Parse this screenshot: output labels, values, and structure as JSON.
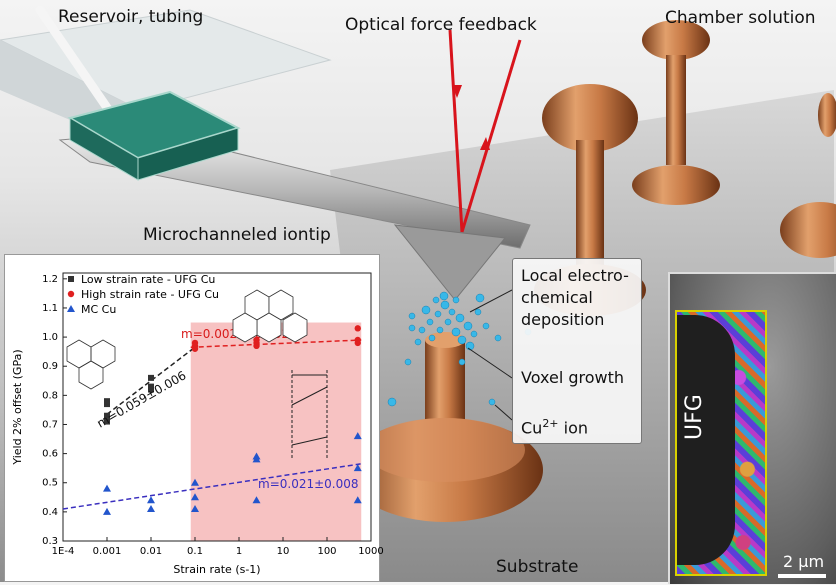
{
  "labels": {
    "reservoir": "Reservoir, tubing",
    "optical": "Optical force feedback",
    "chamber": "Chamber solution",
    "iontip": "Microchanneled iontip",
    "substrate": "Substrate"
  },
  "callout": {
    "deposition": [
      "Local electro-",
      "chemical",
      "deposition"
    ],
    "voxel": "Voxel growth",
    "ion_base": "Cu",
    "ion_sup": "2+",
    "ion_tail": " ion"
  },
  "sem": {
    "ufg_label": "UFG",
    "scale_label": "2 µm"
  },
  "colors": {
    "copper": "#c87a46",
    "laser": "#d8141c",
    "droplets": "#38b8e8",
    "reservoir_liquid": "#1e7a6a",
    "highlight": "#f7c2c2",
    "ebsd_frame": "#d8d000"
  },
  "plot": {
    "legend": [
      "Low strain rate - UFG Cu",
      "High strain rate - UFG Cu",
      "MC Cu"
    ],
    "fit_labels": [
      "m=0.059±0.006",
      "m=0.0027±0.002",
      "m=0.021±0.008"
    ],
    "xlabel": "Strain rate (s",
    "xlabel_sup": "-1",
    "xlabel_end": ")",
    "ylabel": "Yield 2% offset (GPa)",
    "xticks": [
      "1E-4",
      "0.001",
      "0.01",
      "0.1",
      "1",
      "10",
      "100",
      "1000"
    ],
    "yticks": [
      "0.3",
      "0.4",
      "0.5",
      "0.6",
      "0.7",
      "0.8",
      "0.9",
      "1.0",
      "1.1",
      "1.2"
    ]
  },
  "chart_data": {
    "type": "scatter",
    "xlabel": "Strain rate (s-1)",
    "ylabel": "Yield 2% offset (GPa)",
    "xscale": "log",
    "xlim": [
      0.0001,
      1000
    ],
    "ylim": [
      0.3,
      1.22
    ],
    "highlight_x_range": [
      0.08,
      600
    ],
    "legend_placement": "top-left",
    "series": [
      {
        "name": "Low strain rate - UFG Cu",
        "color": "#333333",
        "marker": "square",
        "points": [
          [
            0.001,
            0.71
          ],
          [
            0.001,
            0.73
          ],
          [
            0.001,
            0.77
          ],
          [
            0.001,
            0.78
          ],
          [
            0.01,
            0.82
          ],
          [
            0.01,
            0.83
          ],
          [
            0.01,
            0.86
          ]
        ]
      },
      {
        "name": "High strain rate - UFG Cu",
        "color": "#e02020",
        "marker": "circle",
        "points": [
          [
            0.1,
            0.96
          ],
          [
            0.1,
            0.97
          ],
          [
            0.1,
            0.98
          ],
          [
            2.5,
            0.97
          ],
          [
            2.5,
            0.98
          ],
          [
            2.5,
            0.99
          ],
          [
            500,
            0.98
          ],
          [
            500,
            0.99
          ],
          [
            500,
            1.03
          ]
        ]
      },
      {
        "name": "MC Cu",
        "color": "#2255cc",
        "marker": "triangle",
        "points": [
          [
            0.001,
            0.4
          ],
          [
            0.001,
            0.48
          ],
          [
            0.01,
            0.41
          ],
          [
            0.01,
            0.44
          ],
          [
            0.1,
            0.41
          ],
          [
            0.1,
            0.45
          ],
          [
            0.1,
            0.5
          ],
          [
            2.5,
            0.44
          ],
          [
            2.5,
            0.58
          ],
          [
            2.5,
            0.59
          ],
          [
            500,
            0.44
          ],
          [
            500,
            0.55
          ],
          [
            500,
            0.66
          ]
        ]
      }
    ],
    "fits": [
      {
        "label": "m=0.059±0.006",
        "color": "#222222",
        "from": [
          0.001,
          0.735
        ],
        "to": [
          0.09,
          0.96
        ]
      },
      {
        "label": "m=0.0027±0.002",
        "color": "#e02020",
        "from": [
          0.08,
          0.965
        ],
        "to": [
          600,
          0.99
        ]
      },
      {
        "label": "m=0.021±0.008",
        "color": "#3a2fbf",
        "from": [
          0.0001,
          0.41
        ],
        "to": [
          600,
          0.565
        ]
      }
    ]
  }
}
